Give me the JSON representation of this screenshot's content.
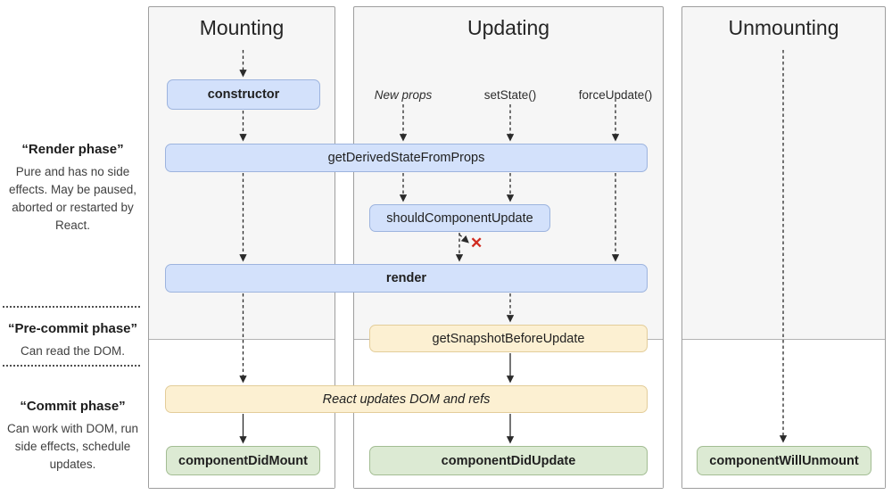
{
  "sidebar": {
    "render_phase": {
      "title": "“Render phase”",
      "description": "Pure and has no side effects. May be paused, aborted or restarted by React."
    },
    "pre_commit_phase": {
      "title": "“Pre-commit phase”",
      "description": "Can read the DOM."
    },
    "commit_phase": {
      "title": "“Commit phase”",
      "description": "Can work with DOM, run side effects, schedule updates."
    }
  },
  "columns": {
    "mounting": "Mounting",
    "updating": "Updating",
    "unmounting": "Unmounting"
  },
  "triggers": {
    "new_props": "New props",
    "set_state": "setState()",
    "force_update": "forceUpdate()"
  },
  "boxes": {
    "constructor": "constructor",
    "get_derived_state_from_props": "getDerivedStateFromProps",
    "should_component_update": "shouldComponentUpdate",
    "render": "render",
    "get_snapshot_before_update": "getSnapshotBeforeUpdate",
    "react_updates_dom_and_refs": "React updates DOM and refs",
    "component_did_mount": "componentDidMount",
    "component_did_update": "componentDidUpdate",
    "component_will_unmount": "componentWillUnmount"
  },
  "icons": {
    "update_blocked": "✕"
  },
  "colors": {
    "lifecycle_method_box": "#d3e1fb",
    "lifecycle_method_border": "#9db4de",
    "pre_commit_box": "#fcf0d2",
    "pre_commit_border": "#e3cd9a",
    "commit_method_box": "#dcead3",
    "commit_method_border": "#a3bd93",
    "blocked_x": "#d02b20",
    "panel_background": "#f6f6f6",
    "arrow": "#2b2b2b"
  }
}
